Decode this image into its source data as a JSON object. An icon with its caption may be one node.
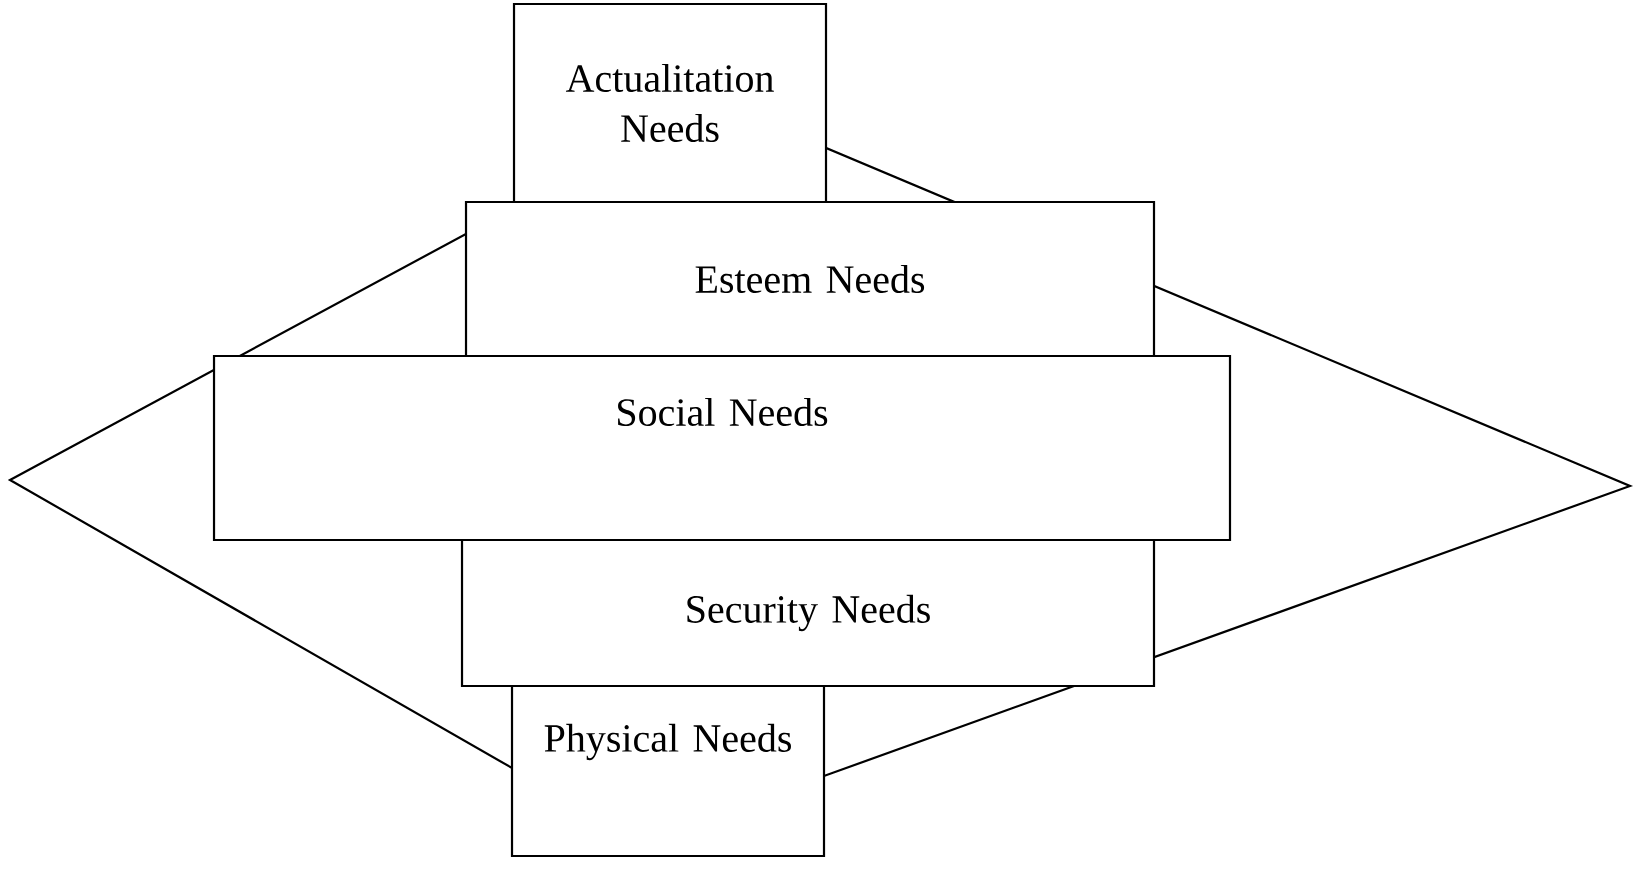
{
  "diagram": {
    "nodes": [
      {
        "text": [
          "Actualitation Needs"
        ]
      },
      {
        "text": [
          "Esteem Needs"
        ]
      },
      {
        "text": [
          "Social Needs"
        ]
      },
      {
        "text": [
          "Security Needs"
        ]
      },
      {
        "text": [
          "Physical Needs"
        ]
      }
    ]
  }
}
